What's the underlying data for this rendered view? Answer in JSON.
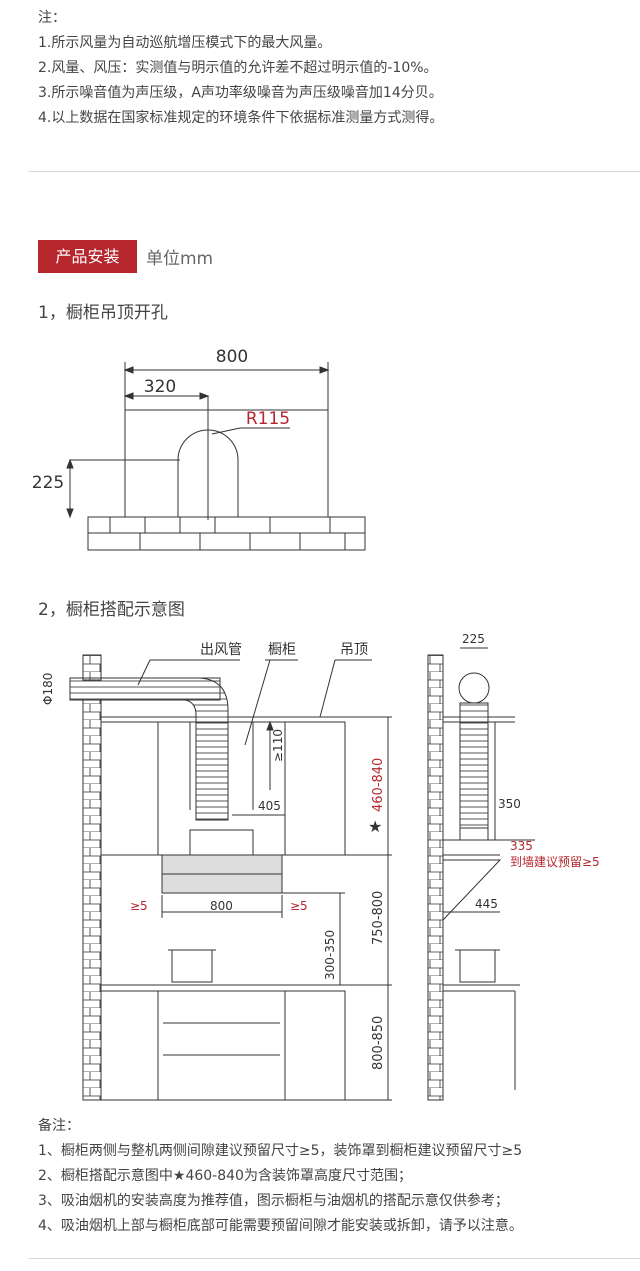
{
  "top_notes": {
    "title": "注：",
    "items": [
      "1.所示风量为自动巡航增压模式下的最大风量。",
      "2.风量、风压：实测值与明示值的允许差不超过明示值的-10%。",
      "3.所示噪音值为声压级，A声功率级噪音为声压级噪音加14分贝。",
      "4.以上数据在国家标准规定的环境条件下依据标准测量方式测得。"
    ]
  },
  "section": {
    "badge": "产品安装",
    "unit": "单位mm"
  },
  "diagram1": {
    "title": "1，橱柜吊顶开孔",
    "width_label": "800",
    "offset_label": "320",
    "radius_label": "R115",
    "height_label": "225"
  },
  "diagram2": {
    "title": "2，橱柜搭配示意图",
    "labels": {
      "duct": "出风管",
      "cabinet": "橱柜",
      "ceiling": "吊顶",
      "diameter": "Φ180",
      "gap110": "≥110",
      "w405": "405",
      "hood_range": "460-840",
      "star": "★",
      "gap_left": "≥5",
      "w800": "800",
      "gap_right": "≥5",
      "h750": "750-800",
      "h300": "300-350",
      "h800": "800-850",
      "side_top": "225",
      "side_350": "350",
      "side_335": "335",
      "side_wall": "到墙建议预留≥5",
      "side_445": "445"
    }
  },
  "bottom_notes": {
    "title": "备注：",
    "items": [
      "1、橱柜两侧与整机两侧间隙建议预留尺寸≥5，装饰罩到橱柜建议预留尺寸≥5",
      "2、橱柜搭配示意图中★460-840为含装饰罩高度尺寸范围；",
      "3、吸油烟机的安装高度为推荐值，图示橱柜与油烟机的搭配示意仅供参考；",
      "4、吸油烟机上部与橱柜底部可能需要预留间隙才能安装或拆卸，请予以注意。"
    ]
  },
  "colors": {
    "accent": "#b5262d",
    "dimension_red": "#b5262d",
    "line": "#333333"
  }
}
